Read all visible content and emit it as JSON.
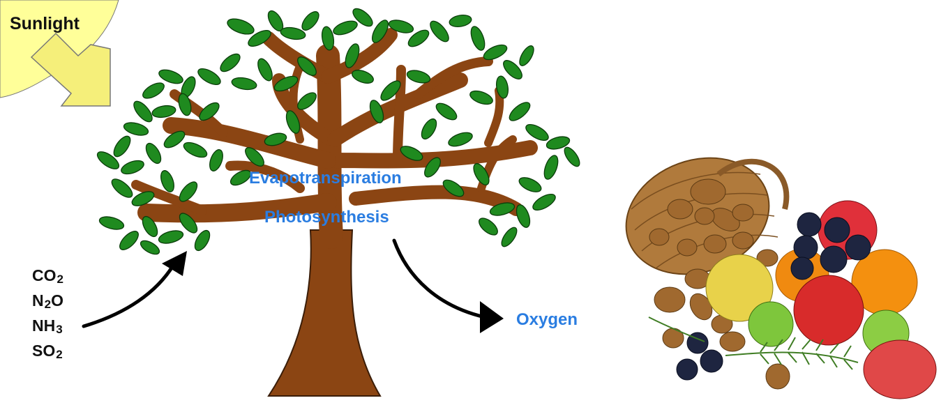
{
  "sunlight": {
    "label": "Sunlight"
  },
  "processes": {
    "evapotranspiration": "Evapotranspiration",
    "photosynthesis": "Photosynthesis"
  },
  "output": {
    "oxygen": "Oxygen"
  },
  "inputs": {
    "gases": [
      {
        "base": "CO",
        "sub": "2",
        "tail": ""
      },
      {
        "base": "N",
        "sub": "2",
        "tail": "O"
      },
      {
        "base": "NH",
        "sub": "3",
        "tail": ""
      },
      {
        "base": "SO",
        "sub": "2",
        "tail": ""
      }
    ]
  },
  "colors": {
    "sun": "#ffff99",
    "sun_arrow": "#f7f08a",
    "trunk": "#8b4513",
    "leaf": "#1f8a1f",
    "label_blue": "#2a7de1",
    "arrow": "#000000"
  },
  "icons": {
    "sun": "sun-icon",
    "tree": "tree-icon",
    "fruit_basket": "fruit-basket-icon"
  }
}
